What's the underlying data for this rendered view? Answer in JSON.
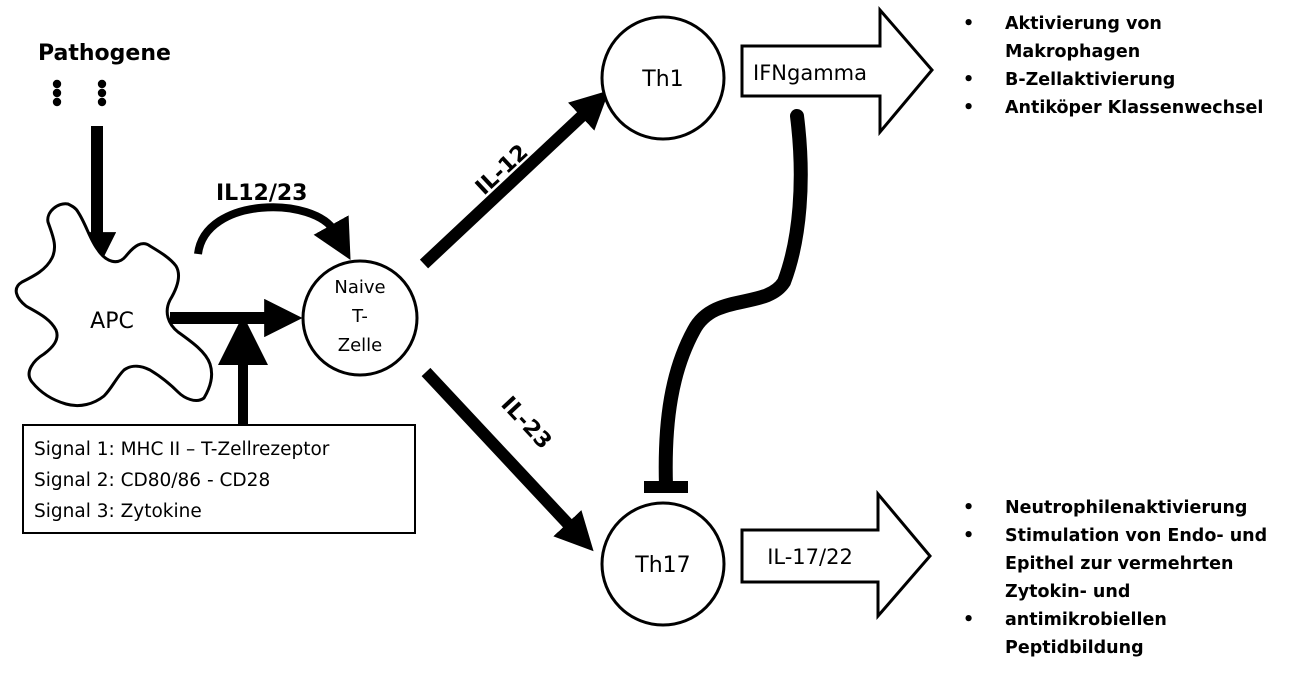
{
  "pathogen_label": "Pathogene",
  "apc_label": "APC",
  "naive_label": [
    "Naive",
    "T-",
    "Zelle"
  ],
  "th1_label": "Th1",
  "th17_label": "Th17",
  "ifn_label": "IFNgamma",
  "il1722_label": "IL-17/22",
  "il1223_label": "IL12/23",
  "il12_label": "IL-12",
  "il23_label": "IL-23",
  "signals": [
    "Signal 1: MHC II – T-Zellrezeptor",
    "Signal 2: CD80/86 - CD28",
    "Signal 3: Zytokine"
  ],
  "bullet_glyph": "•",
  "th1_effects": [
    [
      "Aktivierung von",
      "Makrophagen"
    ],
    [
      "B-Zellaktivierung"
    ],
    [
      "Antiköper Klassenwechsel"
    ]
  ],
  "th17_effects": [
    [
      "Neutrophilenaktivierung"
    ],
    [
      "Stimulation von Endo- und",
      "Epithel zur vermehrten",
      "Zytokin- und"
    ],
    [
      "antimikrobiellen",
      "Peptidbildung"
    ]
  ]
}
